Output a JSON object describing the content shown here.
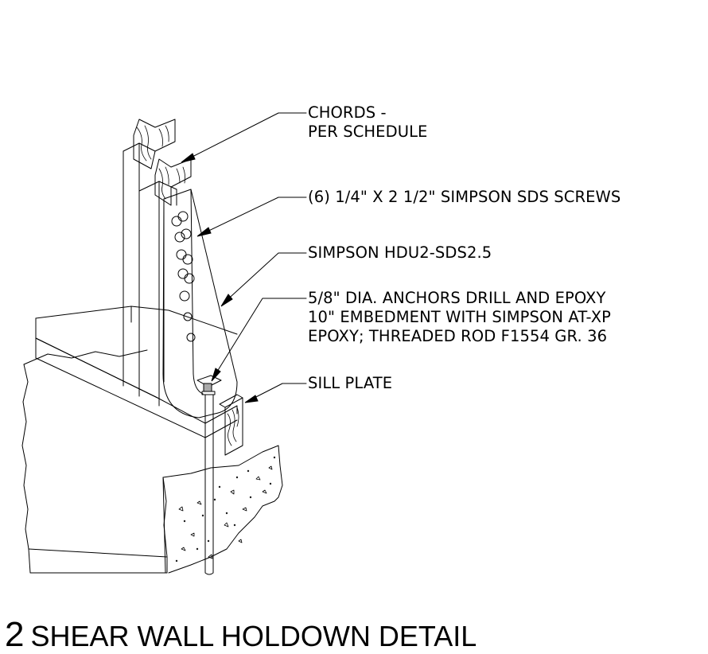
{
  "callouts": {
    "chords": {
      "lines": [
        "CHORDS -",
        "PER SCHEDULE"
      ]
    },
    "screws": {
      "lines": [
        "(6) 1/4\" X 2 1/2\" SIMPSON SDS SCREWS"
      ]
    },
    "holdown": {
      "lines": [
        "SIMPSON HDU2-SDS2.5"
      ]
    },
    "anchors": {
      "lines": [
        "5/8\" DIA. ANCHORS DRILL AND EPOXY",
        "10\" EMBEDMENT WITH SIMPSON AT-XP",
        "EPOXY; THREADED ROD F1554 GR. 36"
      ]
    },
    "sill": {
      "lines": [
        "SILL PLATE"
      ]
    }
  },
  "title": {
    "number": "2",
    "text": "SHEAR WALL HOLDOWN DETAIL"
  }
}
